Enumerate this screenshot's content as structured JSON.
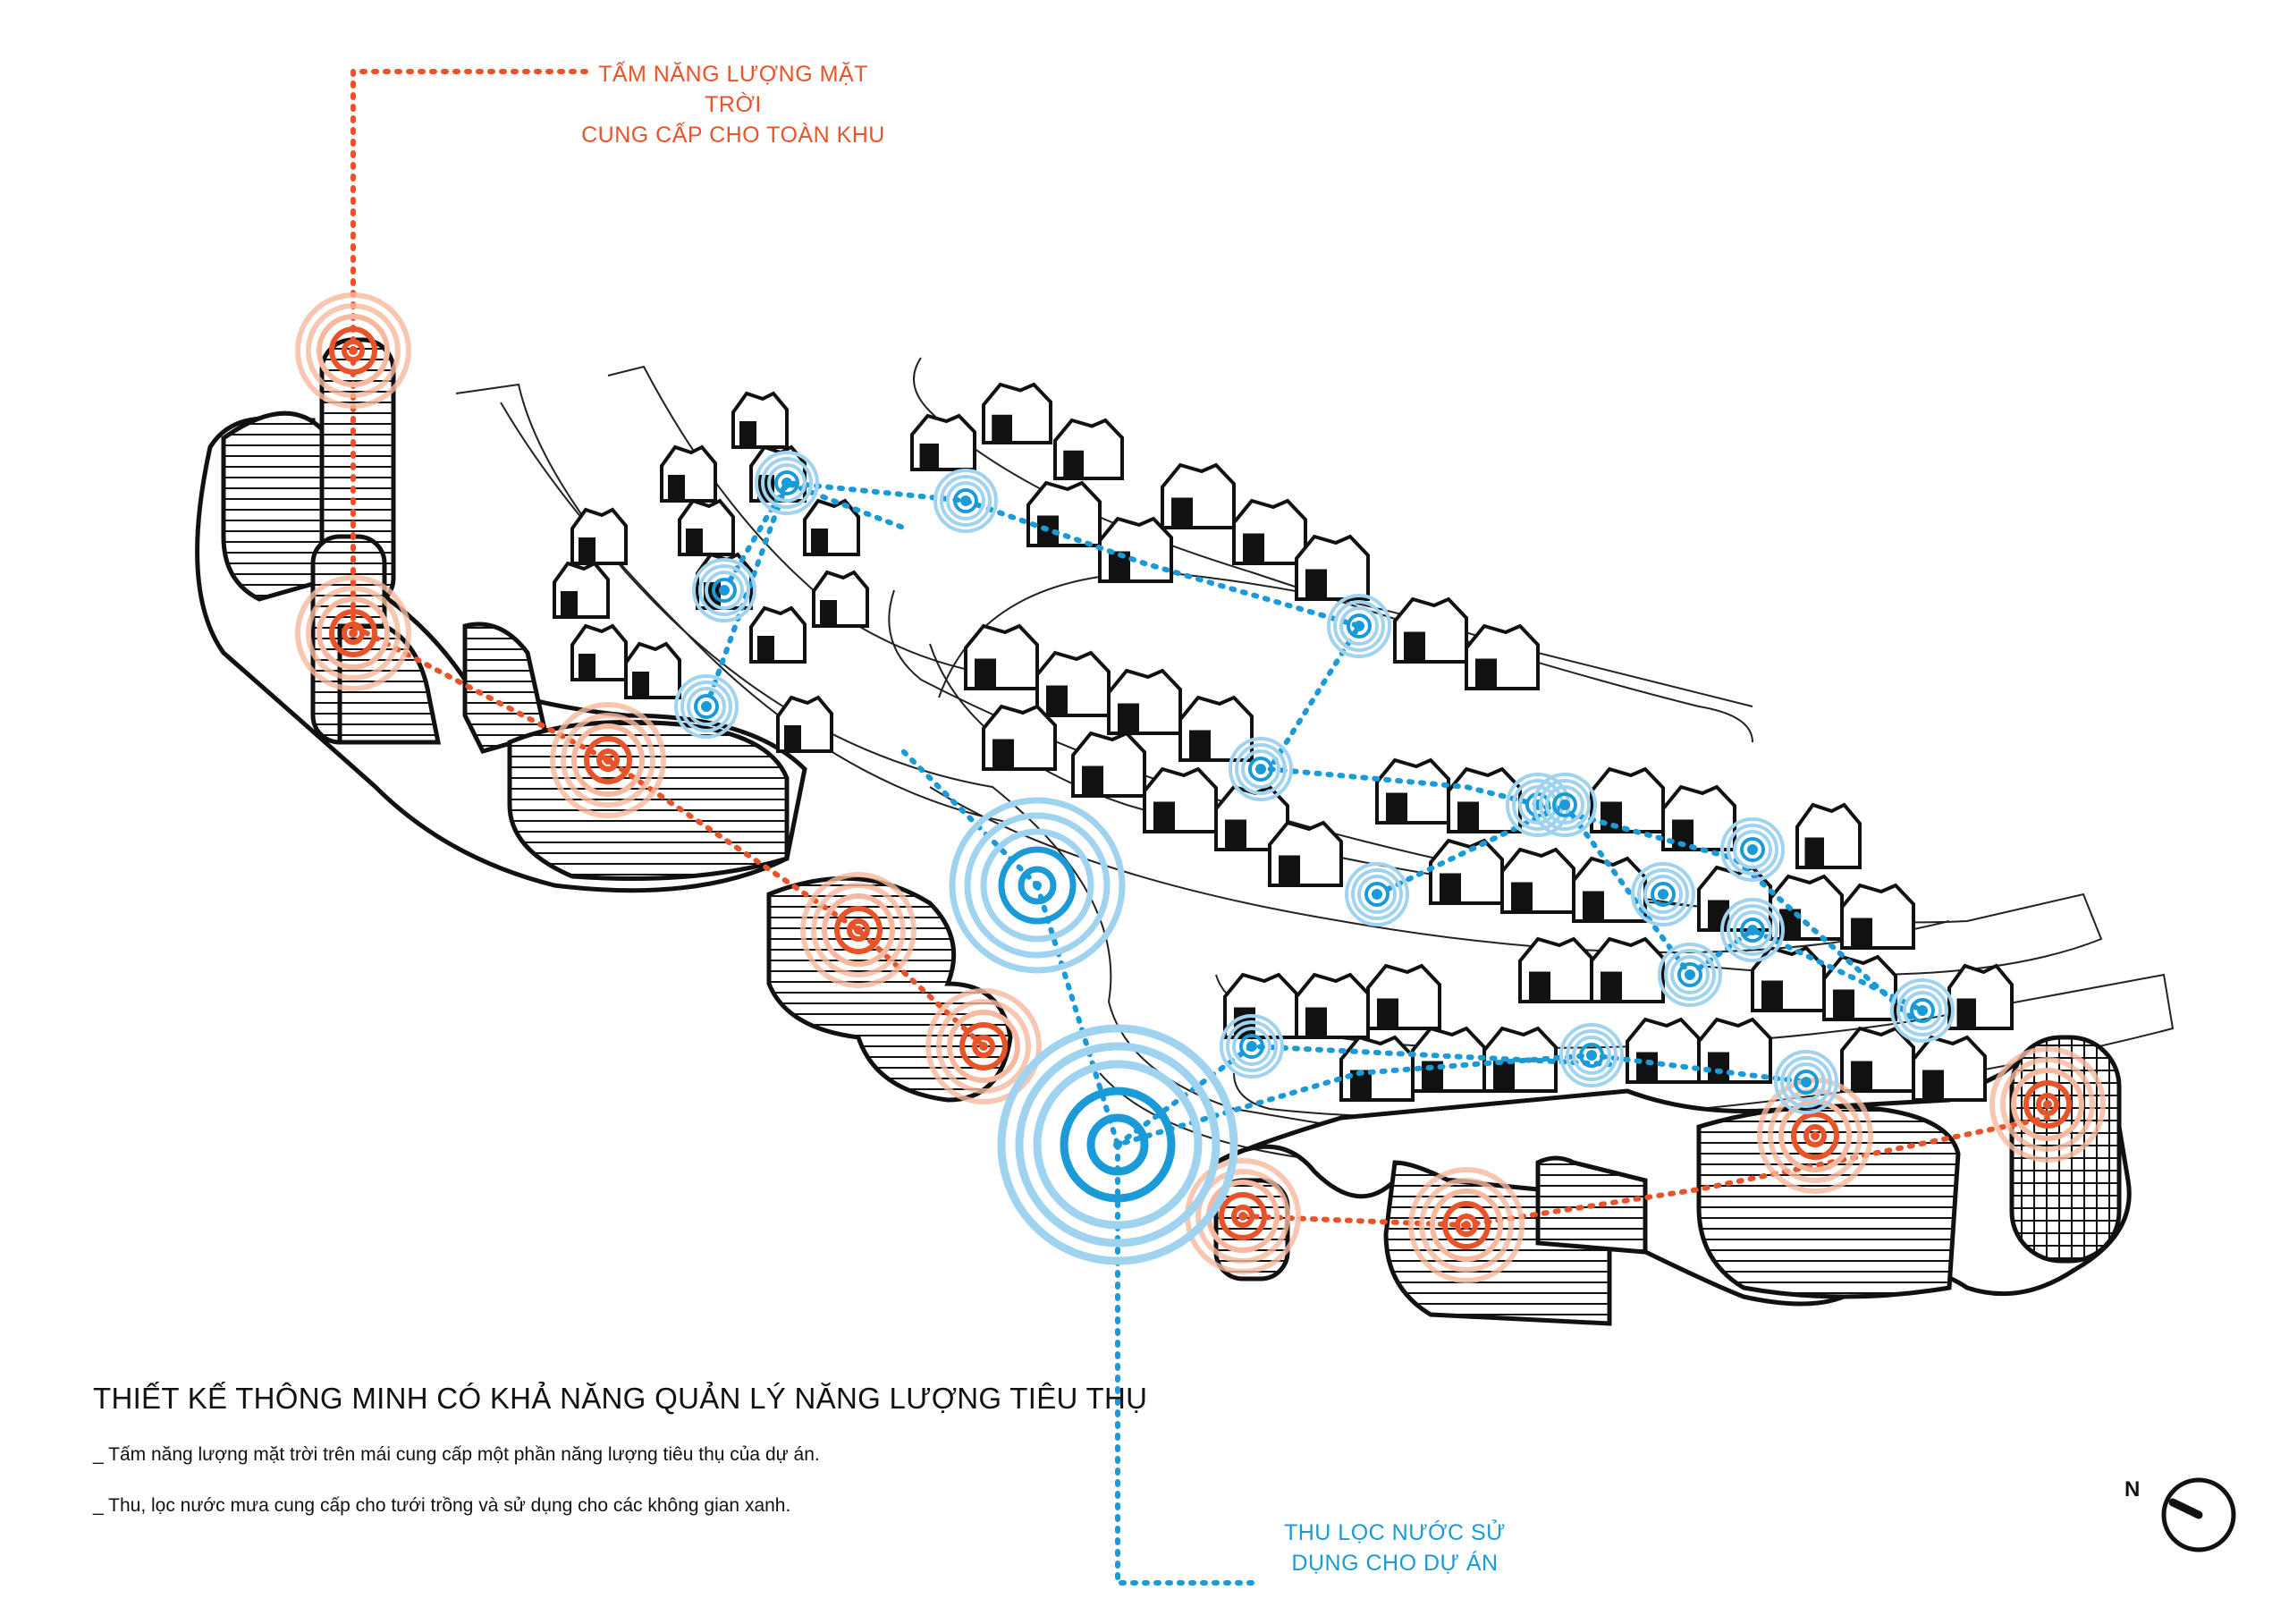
{
  "labels": {
    "solar": "TẤM NĂNG LƯỢNG MẶT TRỜI\nCUNG CẤP CHO TOÀN KHU",
    "solar_line1": "TẤM NĂNG LƯỢNG MẶT TRỜI",
    "solar_line2": "CUNG CẤP CHO TOÀN KHU",
    "water_line1": "THU LỌC NƯỚC SỬ",
    "water_line2": "DỤNG CHO DỰ ÁN"
  },
  "legend": {
    "heading": "THIẾT KẾ THÔNG MINH CÓ KHẢ NĂNG QUẢN LÝ NĂNG LƯỢNG TIÊU THỤ",
    "note_1": "_ Tấm năng lượng mặt trời trên mái cung cấp một phần năng lượng tiêu thụ của dự án.",
    "note_2": "_ Thu, lọc nước mưa cung cấp cho tưới trồng và sử dụng cho các không gian xanh."
  },
  "compass": {
    "label": "N"
  },
  "colors": {
    "solar": "#e8532a",
    "water": "#1b9ad8",
    "water_light": "#9fd3f0",
    "solar_light": "#f6b99f",
    "line": "#111111"
  }
}
